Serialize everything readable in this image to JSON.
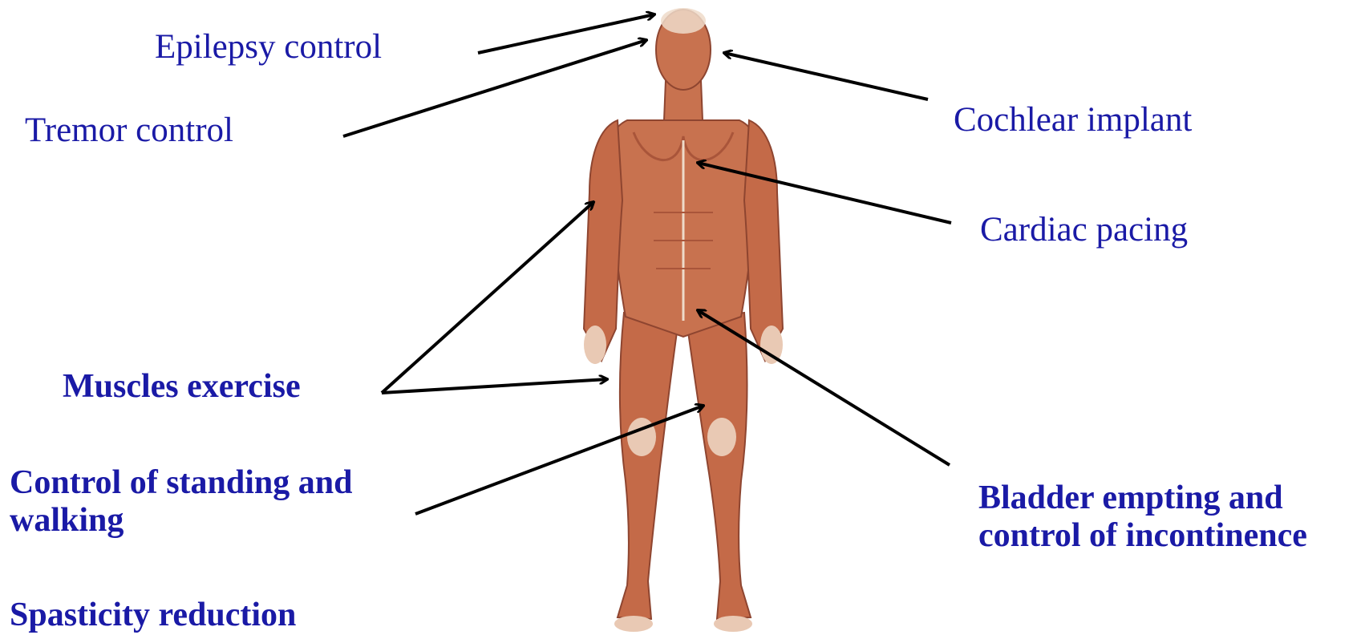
{
  "colors": {
    "label_text": "#1a1aa6",
    "arrow": "#000000",
    "skin_muscle": "#c8724f",
    "muscle_dark": "#a9553a",
    "tendon": "#eedbc9",
    "background": "#ffffff"
  },
  "labels": {
    "epilepsy": "Epilepsy control",
    "tremor": "Tremor control",
    "cochlear": "Cochlear implant",
    "cardiac": "Cardiac pacing",
    "muscles": "Muscles exercise",
    "standing_line1": "Control of standing and",
    "standing_line2": "walking",
    "spasticity": "Spasticity reduction",
    "bladder_line1": "Bladder empting and",
    "bladder_line2": "control of incontinence"
  },
  "figure": {
    "icon": "anatomical-muscle-figure"
  }
}
